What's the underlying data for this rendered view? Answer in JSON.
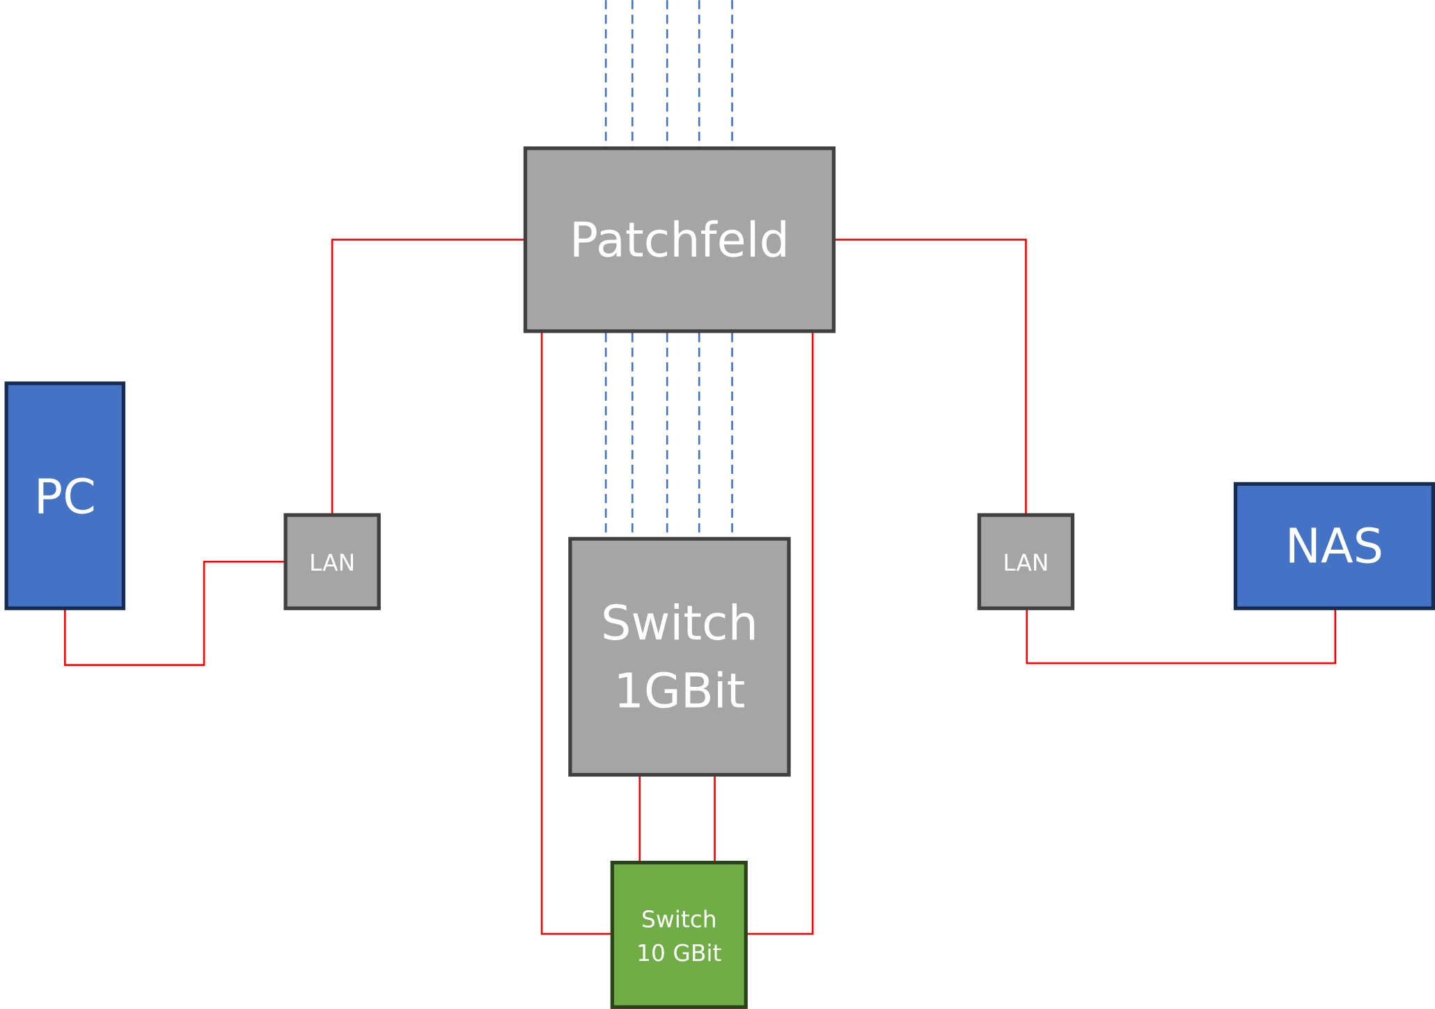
{
  "diagram": {
    "title": "Netzwerk-Topologie",
    "nodes": {
      "patchfeld": {
        "label_lines": [
          "Patchfeld"
        ],
        "color": "#a5a5a5"
      },
      "switch_1g": {
        "label_lines": [
          "Switch",
          "1GBit"
        ],
        "color": "#a5a5a5"
      },
      "switch_10g": {
        "label_lines": [
          "Switch",
          "10 GBit"
        ],
        "color": "#70ad47"
      },
      "pc": {
        "label_lines": [
          "PC"
        ],
        "color": "#4472c4"
      },
      "lan_left": {
        "label_lines": [
          "LAN"
        ],
        "color": "#a5a5a5"
      },
      "lan_right": {
        "label_lines": [
          "LAN"
        ],
        "color": "#a5a5a5"
      },
      "nas": {
        "label_lines": [
          "NAS"
        ],
        "color": "#4472c4"
      }
    },
    "edges": [
      {
        "from": "pc",
        "to": "lan_left",
        "style": "solid",
        "color": "#ff0000"
      },
      {
        "from": "lan_left",
        "to": "patchfeld",
        "style": "solid",
        "color": "#ff0000"
      },
      {
        "from": "patchfeld",
        "to": "lan_right",
        "style": "solid",
        "color": "#ff0000"
      },
      {
        "from": "lan_right",
        "to": "nas",
        "style": "solid",
        "color": "#ff0000"
      },
      {
        "from": "patchfeld",
        "to": "switch_10g",
        "style": "solid",
        "color": "#ff0000",
        "side": "left"
      },
      {
        "from": "patchfeld",
        "to": "switch_10g",
        "style": "solid",
        "color": "#ff0000",
        "side": "right"
      },
      {
        "from": "switch_1g",
        "to": "switch_10g",
        "style": "solid",
        "color": "#ff0000",
        "count": 2
      },
      {
        "from": "patchfeld",
        "to": "switch_1g",
        "style": "dashed",
        "color": "#4472c4",
        "count": 5
      },
      {
        "from": "external",
        "to": "patchfeld",
        "style": "dashed",
        "color": "#4472c4",
        "count": 5
      }
    ]
  }
}
